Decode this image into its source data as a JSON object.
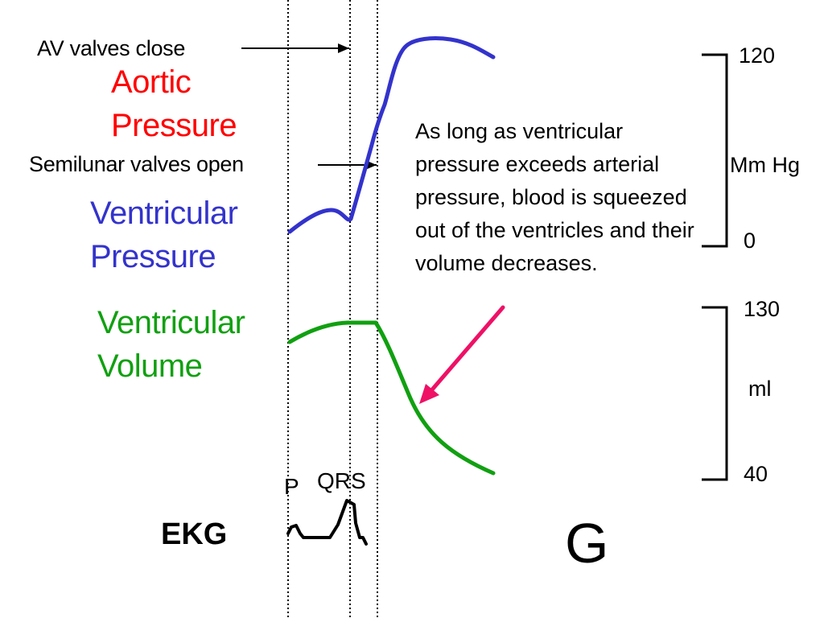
{
  "panel_letter": "G",
  "labels": {
    "av_valves_close": "AV valves close",
    "semilunar_valves_open": "Semilunar valves open",
    "aortic_pressure": [
      "Aortic",
      "Pressure"
    ],
    "ventricular_pressure": [
      "Ventricular",
      "Pressure"
    ],
    "ventricular_volume": [
      "Ventricular",
      "Volume"
    ],
    "ekg": "EKG",
    "ekg_p": "P",
    "ekg_qrs": "QRS"
  },
  "explanation": "As long as ventricular pressure exceeds arterial pressure, blood is squeezed out of the ventricles and their volume decreases.",
  "pressure_scale": {
    "max": "120",
    "min": "0",
    "unit": "Mm Hg"
  },
  "volume_scale": {
    "max": "130",
    "min": "40",
    "unit": "ml"
  },
  "colors": {
    "aortic": "#ff0000",
    "ventricular_pressure": "#3333cc",
    "ventricular_volume": "#11a011",
    "arrow": "#ee1166",
    "text": "#000000"
  }
}
